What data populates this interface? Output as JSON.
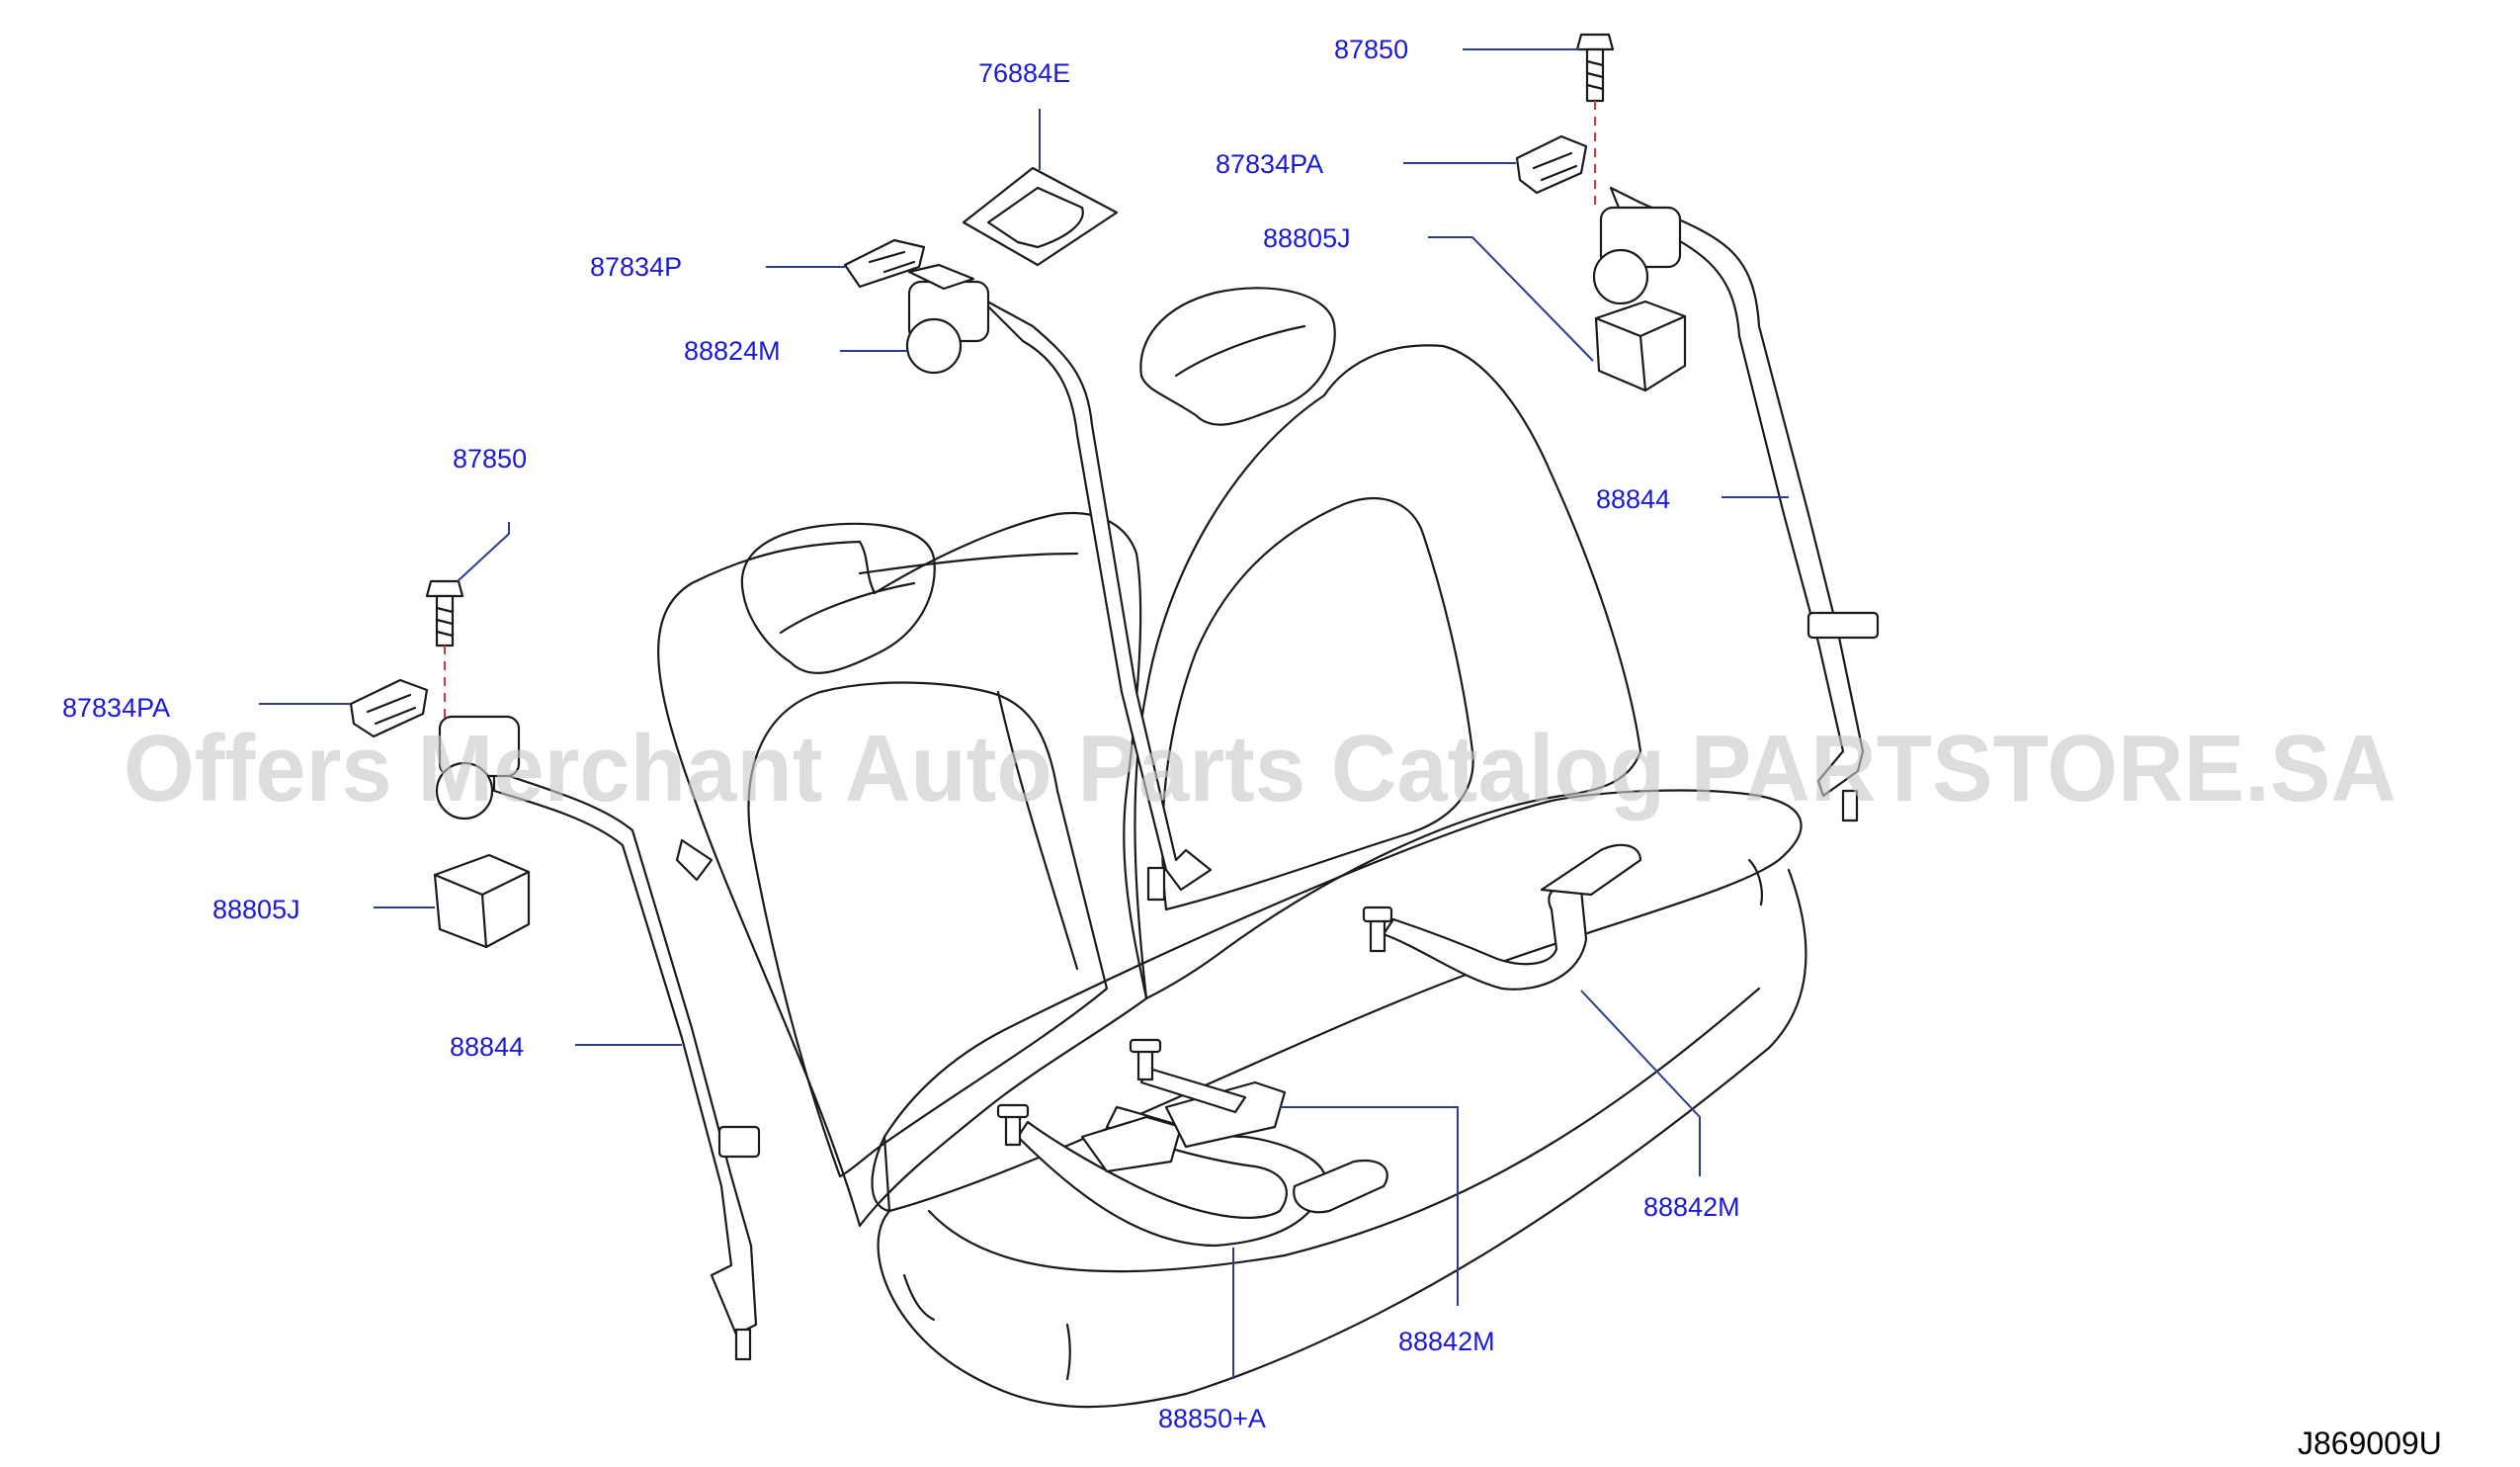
{
  "labels": {
    "l76884E": "76884E",
    "l87850_top": "87850",
    "l87834PA_top": "87834PA",
    "l87834P": "87834P",
    "l88805J_right": "88805J",
    "l88824M": "88824M",
    "l87850_left": "87850",
    "l88844_right": "88844",
    "l87834PA_left": "87834PA",
    "l88805J_left": "88805J",
    "l88844_left": "88844",
    "l88842M_right": "88842M",
    "l88842M_center": "88842M",
    "l88850A": "88850+A"
  },
  "diagram_code": "J869009U",
  "watermark": "Offers Merchant Auto Parts Catalog PARTSTORE.SA",
  "colors": {
    "label": "#1a1ad6",
    "leader": "#2b3d8f",
    "line": "#1a1a1a",
    "center_line": "#d83a3a",
    "watermark": "#c8c8c8"
  }
}
